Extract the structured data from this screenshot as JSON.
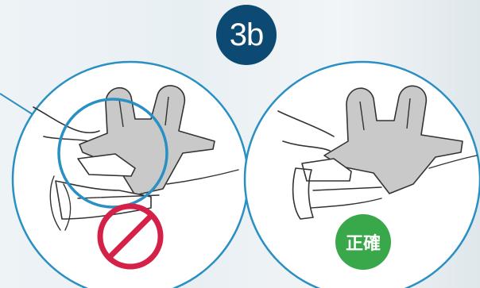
{
  "step": {
    "label": "3b"
  },
  "correct_panel": {
    "label": "正確"
  },
  "colors": {
    "step_badge": "#0d4a73",
    "ring": "#2a8fc2",
    "highlight_circle": "#2a8fc2",
    "prohibited": "#d42148",
    "correct": "#39a84a",
    "pillow": "#c9c9c9",
    "line": "#333333"
  },
  "icons": {
    "wrong_panel": "prohibited-icon",
    "correct_panel": "check-badge"
  }
}
